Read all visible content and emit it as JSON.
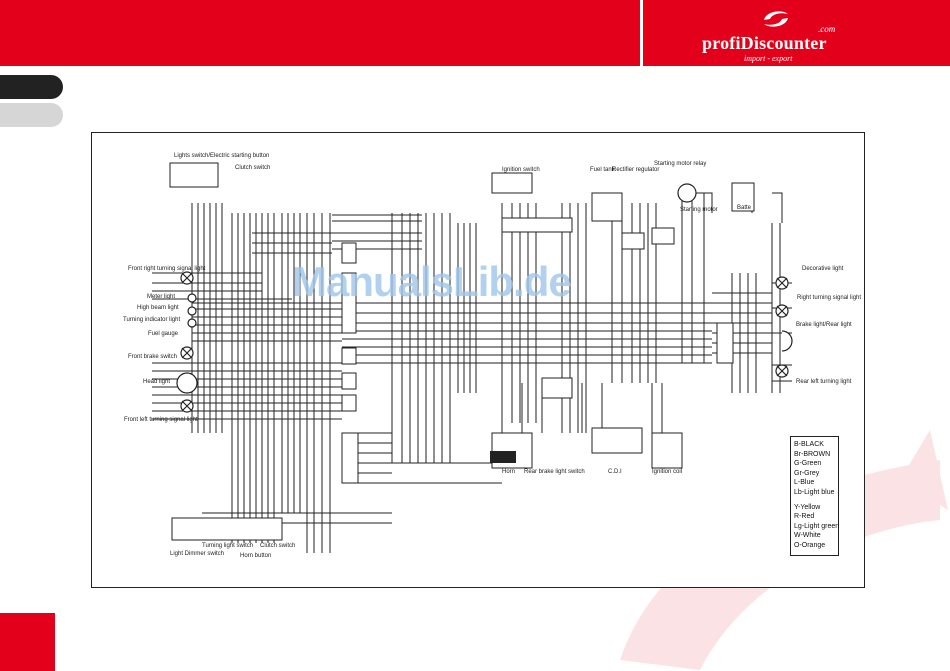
{
  "header": {
    "logo_dotcom": ".com",
    "logo_main": "profiDiscounter",
    "logo_sub": "import - export",
    "brand_red": "#e3001b"
  },
  "diagram": {
    "watermark": "ManualsLib.de",
    "labels": {
      "light_switch": "Lights switch/Electric starting button",
      "clutch_switch_top": "Clutch switch",
      "front_right_turn": "Front right turning signal light",
      "meter_light": "Meter light",
      "high_beam": "High beam light",
      "turning_indicator": "Turning indicator light",
      "fuel_gauge": "Fuel gauge",
      "front_brake_switch": "Front brake switch",
      "head_light": "Head light",
      "front_left_turn": "Front left turning signal light",
      "ignition_switch": "Ignition switch",
      "fuel_tank": "Fuel tank",
      "rectifier": "Rectifier regulator",
      "starting_relay": "Starting motor relay",
      "starting_motor": "Starting motor",
      "battery": "Batte",
      "decorative_light": "Decorative light",
      "right_turn": "Right turning signal light",
      "brake_rear_light": "Brake light/Rear light",
      "rear_left_turn": "Rear left turning light",
      "horn": "Horn",
      "rear_brake_starter": "Rear brake light switch",
      "cdi": "C.D.I",
      "ignition_coil": "Ignition coil",
      "turning_light_switch": "Turning light switch",
      "clutch_switch_bottom": "Clutch switch",
      "light_dimmer": "Light Dimmer switch",
      "horn_button": "Horn button"
    }
  },
  "legend": [
    "B-BLACK",
    "Br-BROWN",
    "G-Green",
    "Gr-Grey",
    "L-Blue",
    "Lb-Light blue",
    "Y-Yellow",
    "R-Red",
    "Lg-Light green",
    "W-White",
    "O-Orange"
  ]
}
